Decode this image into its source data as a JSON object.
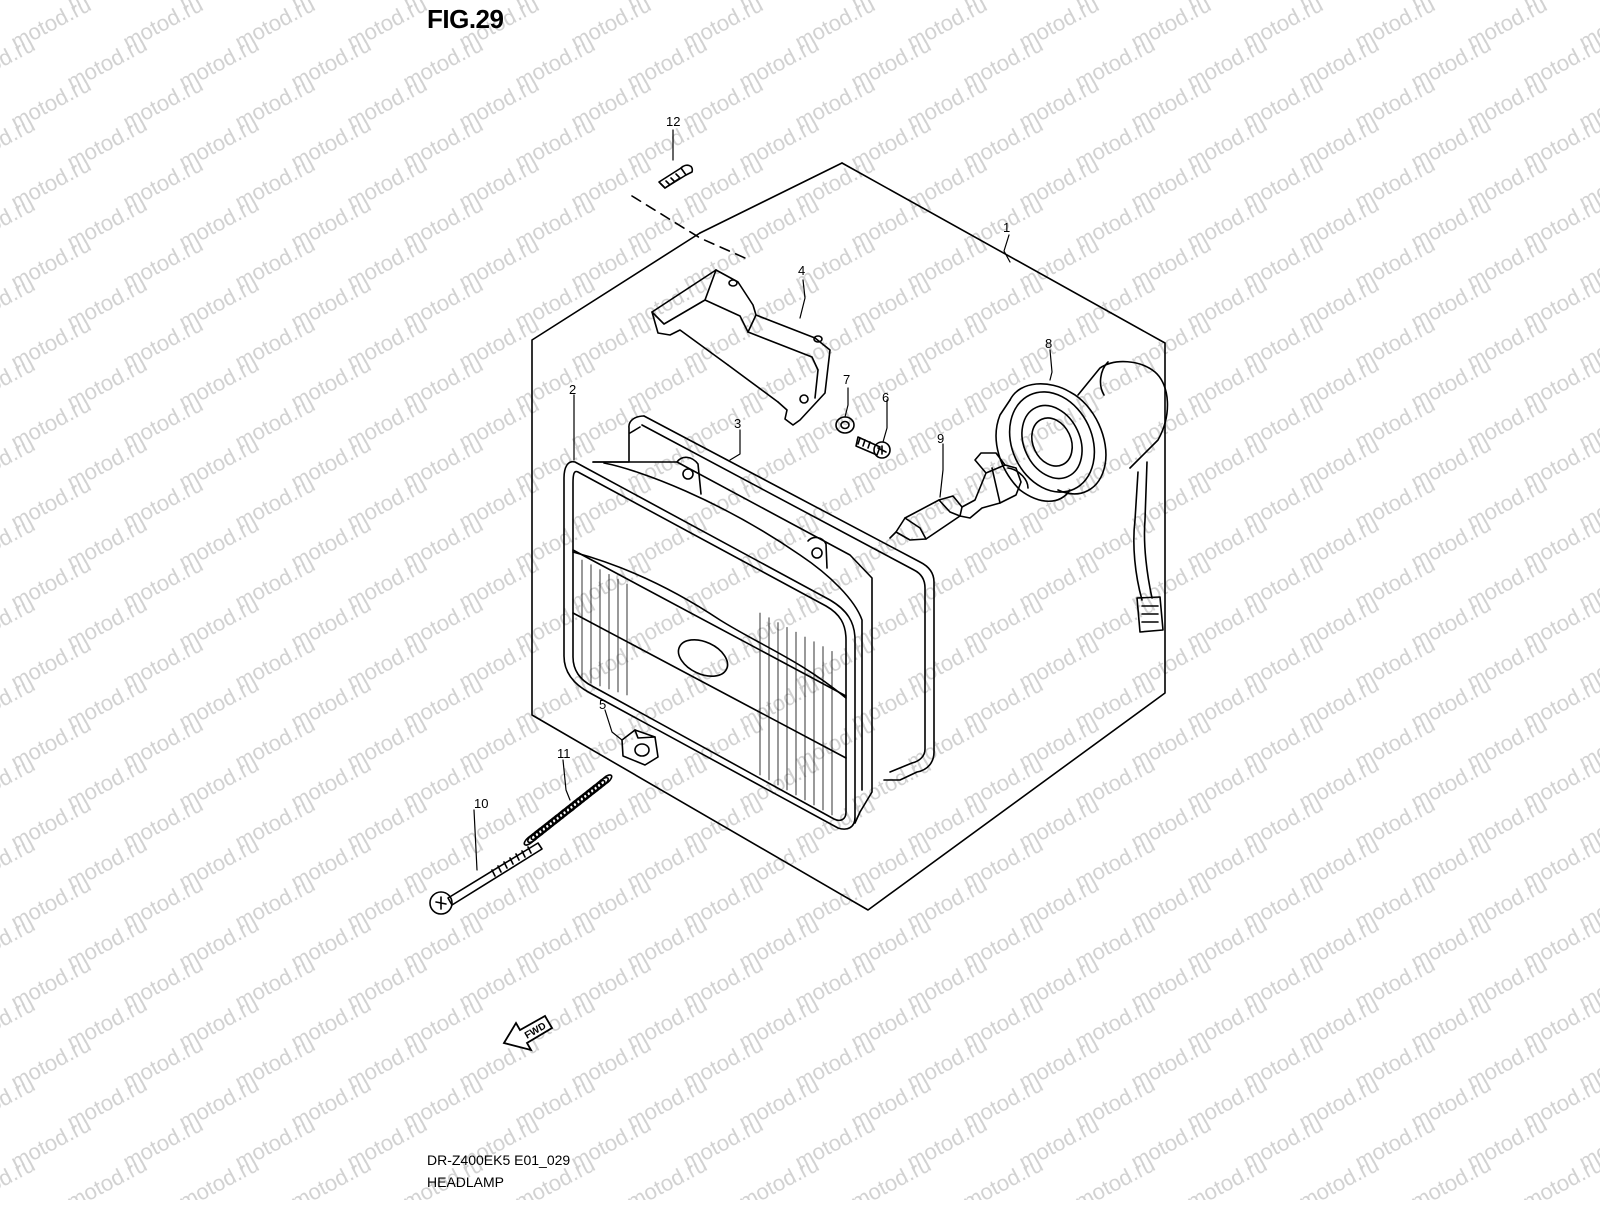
{
  "figure": {
    "title": "FIG.29",
    "code": "DR-Z400EK5 E01_029",
    "name": "HEADLAMP"
  },
  "watermark": {
    "text": "motod.ru",
    "color": "#d2d2d2"
  },
  "fwd_arrow": {
    "label": "FWD"
  },
  "parts": [
    {
      "id": "part-1",
      "number": "1"
    },
    {
      "id": "part-2",
      "number": "2"
    },
    {
      "id": "part-3",
      "number": "3"
    },
    {
      "id": "part-4",
      "number": "4"
    },
    {
      "id": "part-5",
      "number": "5"
    },
    {
      "id": "part-6",
      "number": "6"
    },
    {
      "id": "part-7",
      "number": "7"
    },
    {
      "id": "part-8",
      "number": "8"
    },
    {
      "id": "part-9",
      "number": "9"
    },
    {
      "id": "part-10",
      "number": "10"
    },
    {
      "id": "part-11",
      "number": "11"
    },
    {
      "id": "part-12",
      "number": "12"
    }
  ]
}
